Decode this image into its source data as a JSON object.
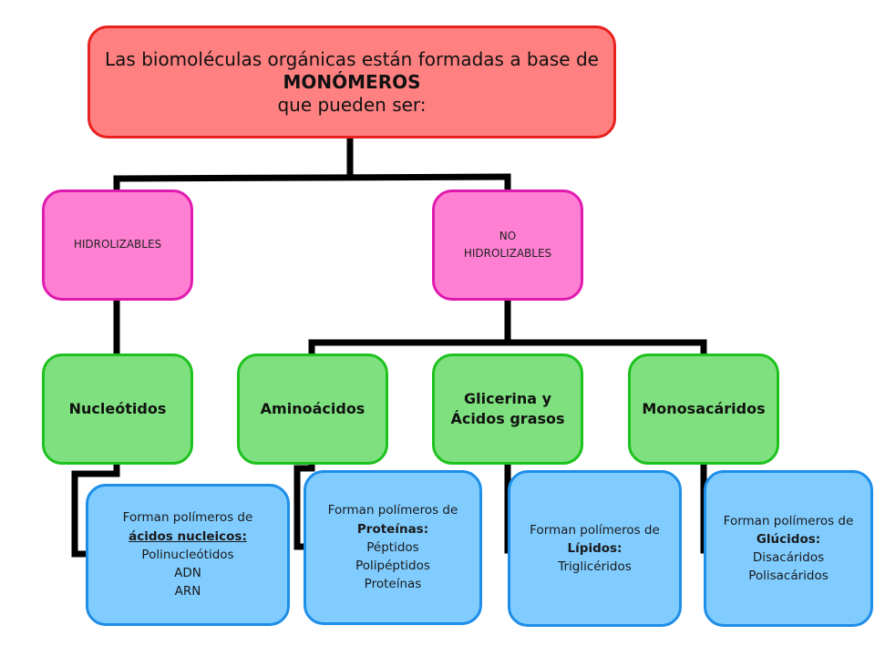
{
  "root": {
    "line1": "Las biomoléculas orgánicas están formadas a base de",
    "line2": "MONÓMEROS",
    "line3": "que pueden ser:"
  },
  "categories": {
    "hidrolizables": {
      "label": "HIDROLIZABLES"
    },
    "no_hidrolizables": {
      "line1": "NO",
      "line2": "HIDROLIZABLES"
    }
  },
  "monomers": {
    "nucleotidos": {
      "label": "Nucleótidos"
    },
    "aminoacidos": {
      "label": "Aminoácidos"
    },
    "glicerina": {
      "line1": "Glicerina y",
      "line2": "Ácidos grasos"
    },
    "monosacaridos": {
      "label": "Monosacáridos"
    }
  },
  "polymers": {
    "nucleicos": {
      "intro": "Forman polímeros de",
      "type": "ácidos nucleicos:",
      "items": [
        "Polinucleótidos",
        "ADN",
        "ARN"
      ]
    },
    "proteinas": {
      "intro": "Forman polímeros de",
      "type": "Proteínas:",
      "items": [
        "Péptidos",
        "Polipéptidos",
        "Proteínas"
      ]
    },
    "lipidos": {
      "intro": "Forman polímeros de",
      "type": "Lípidos:",
      "items": [
        "Triglicéridos"
      ]
    },
    "glucidos": {
      "intro": "Forman polímeros de",
      "type": "Glúcidos:",
      "items": [
        "Disacáridos",
        "Polisacáridos"
      ]
    }
  }
}
